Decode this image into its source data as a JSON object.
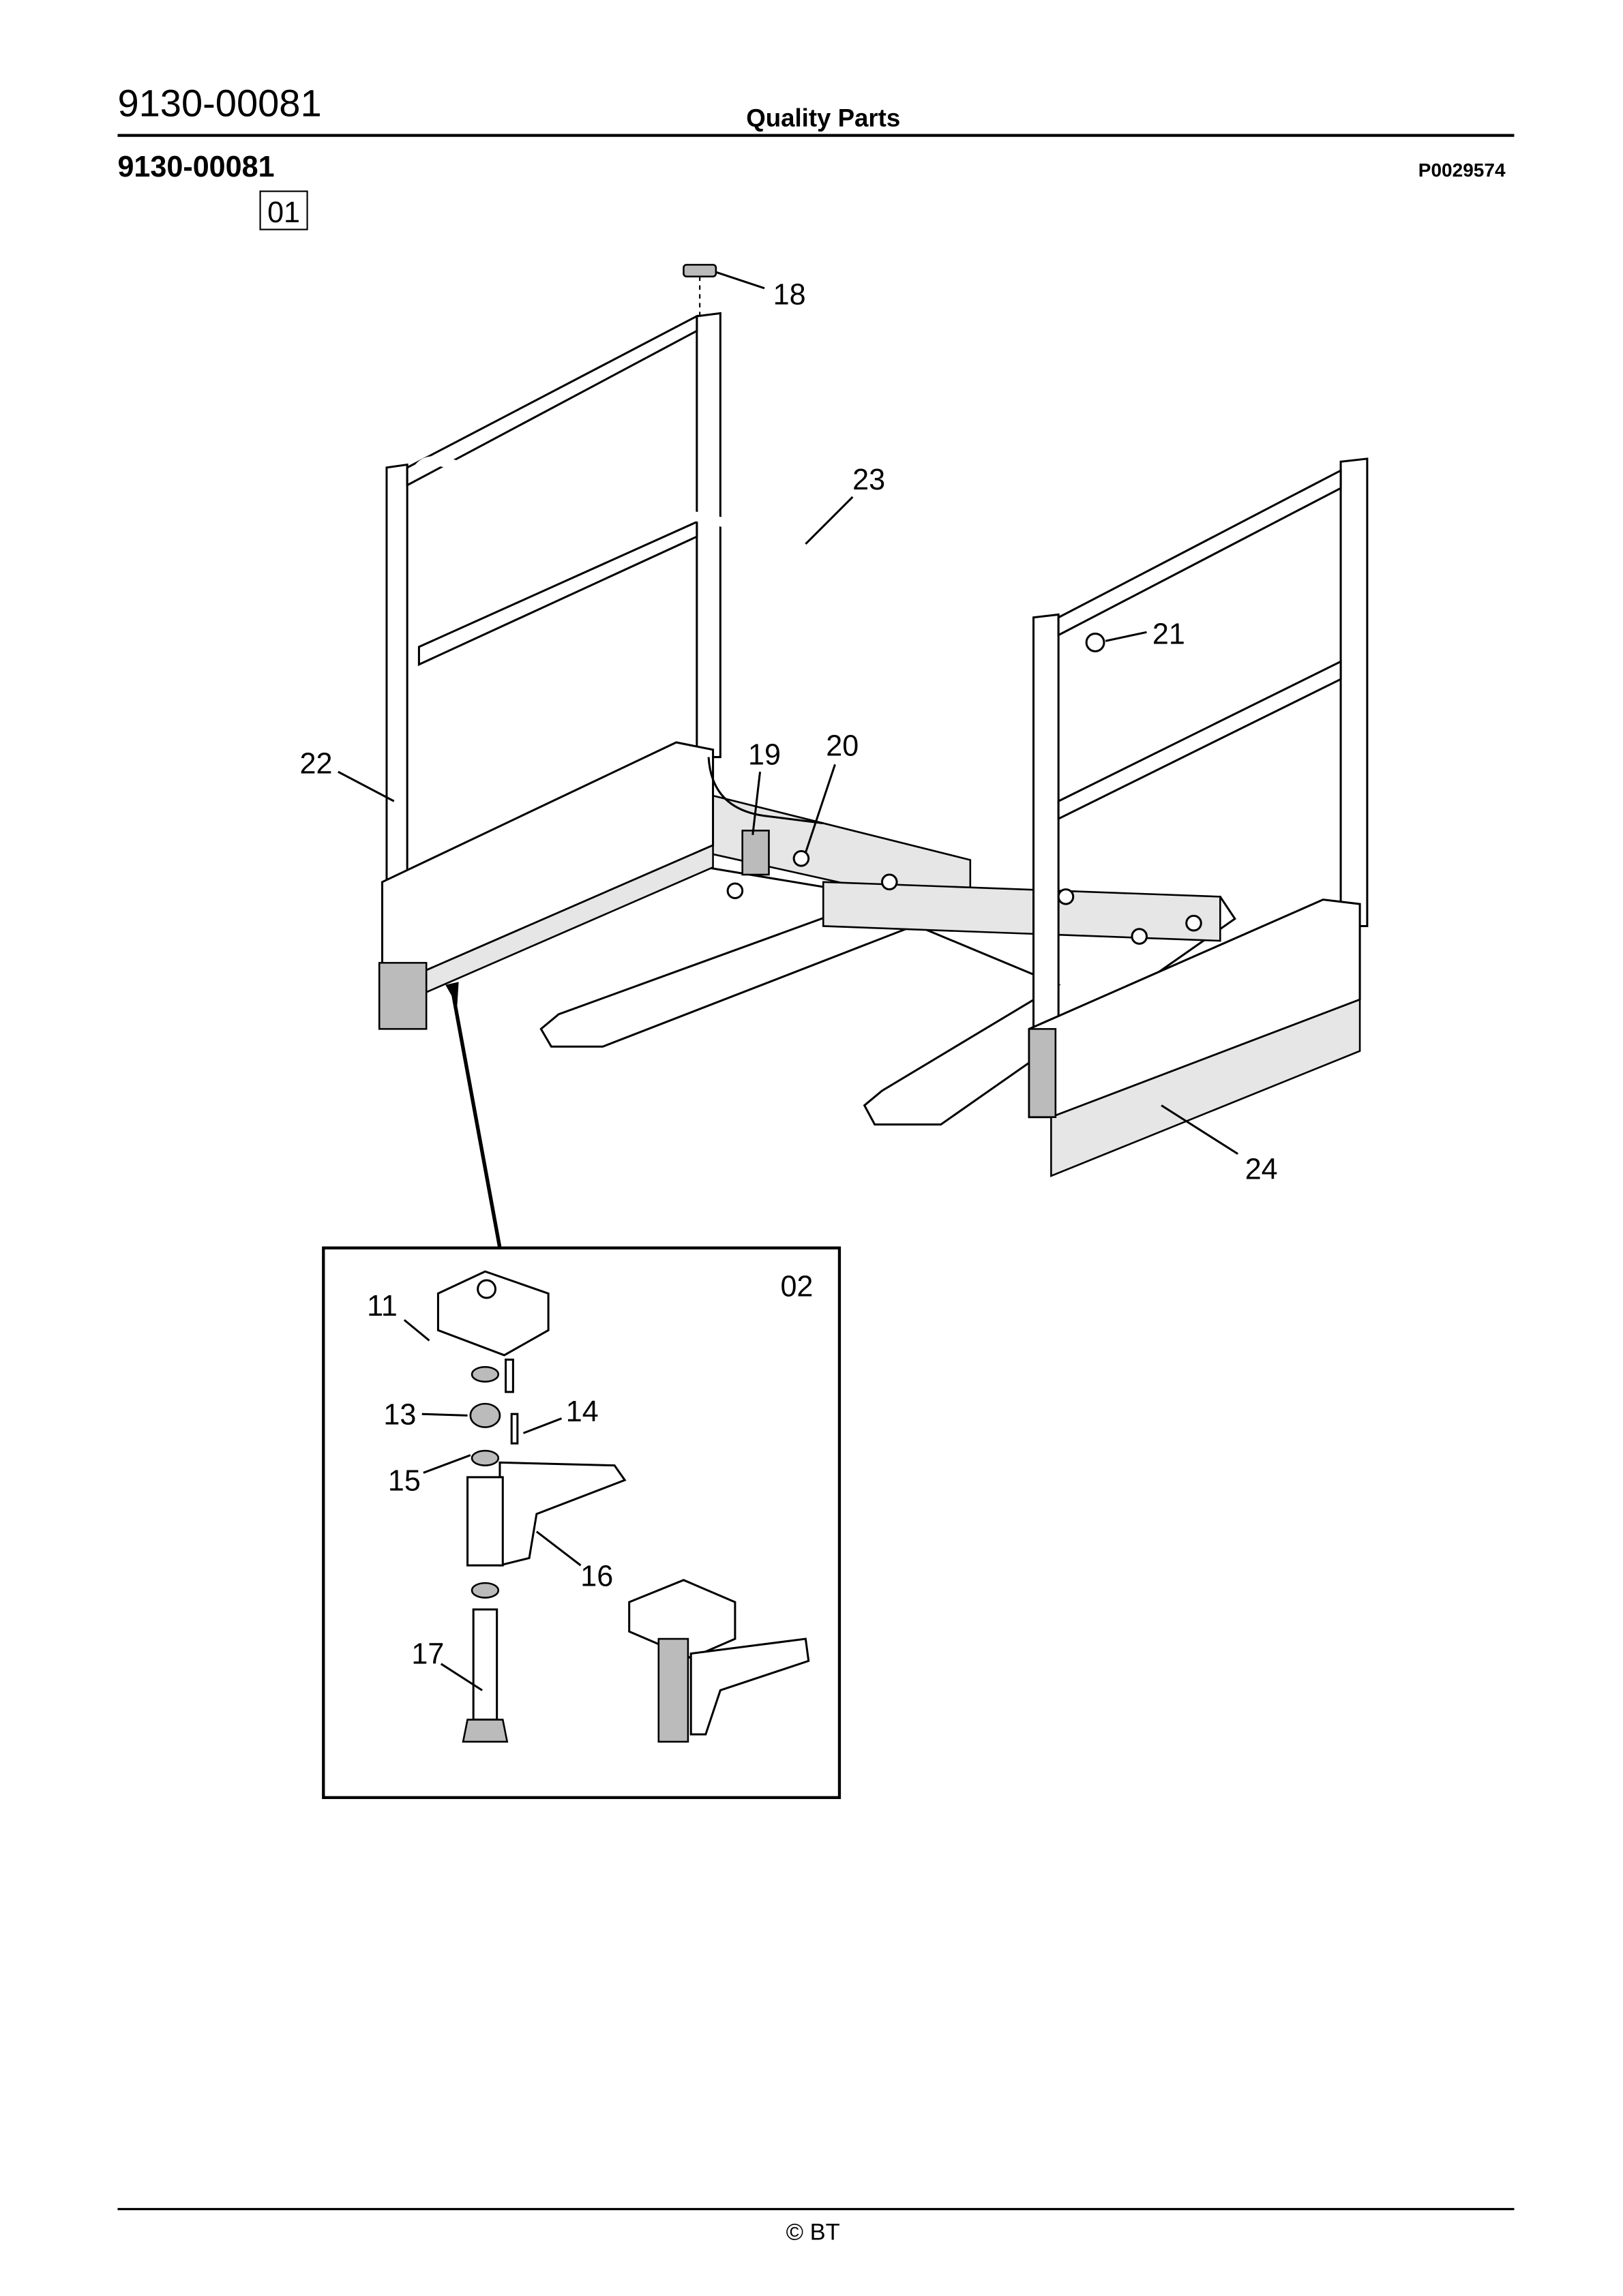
{
  "header": {
    "doc_number": "9130-00081",
    "title": "Quality Parts",
    "part_number": "9130-00081",
    "drawing_id": "P0029574",
    "view_label": "01"
  },
  "inset": {
    "view_label": "02"
  },
  "callouts": {
    "c11": "11",
    "c13": "13",
    "c14": "14",
    "c15": "15",
    "c16": "16",
    "c17": "17",
    "c18": "18",
    "c19": "19",
    "c20": "20",
    "c21": "21",
    "c22": "22",
    "c23": "23",
    "c24": "24"
  },
  "footer": {
    "copyright": "© BT"
  }
}
